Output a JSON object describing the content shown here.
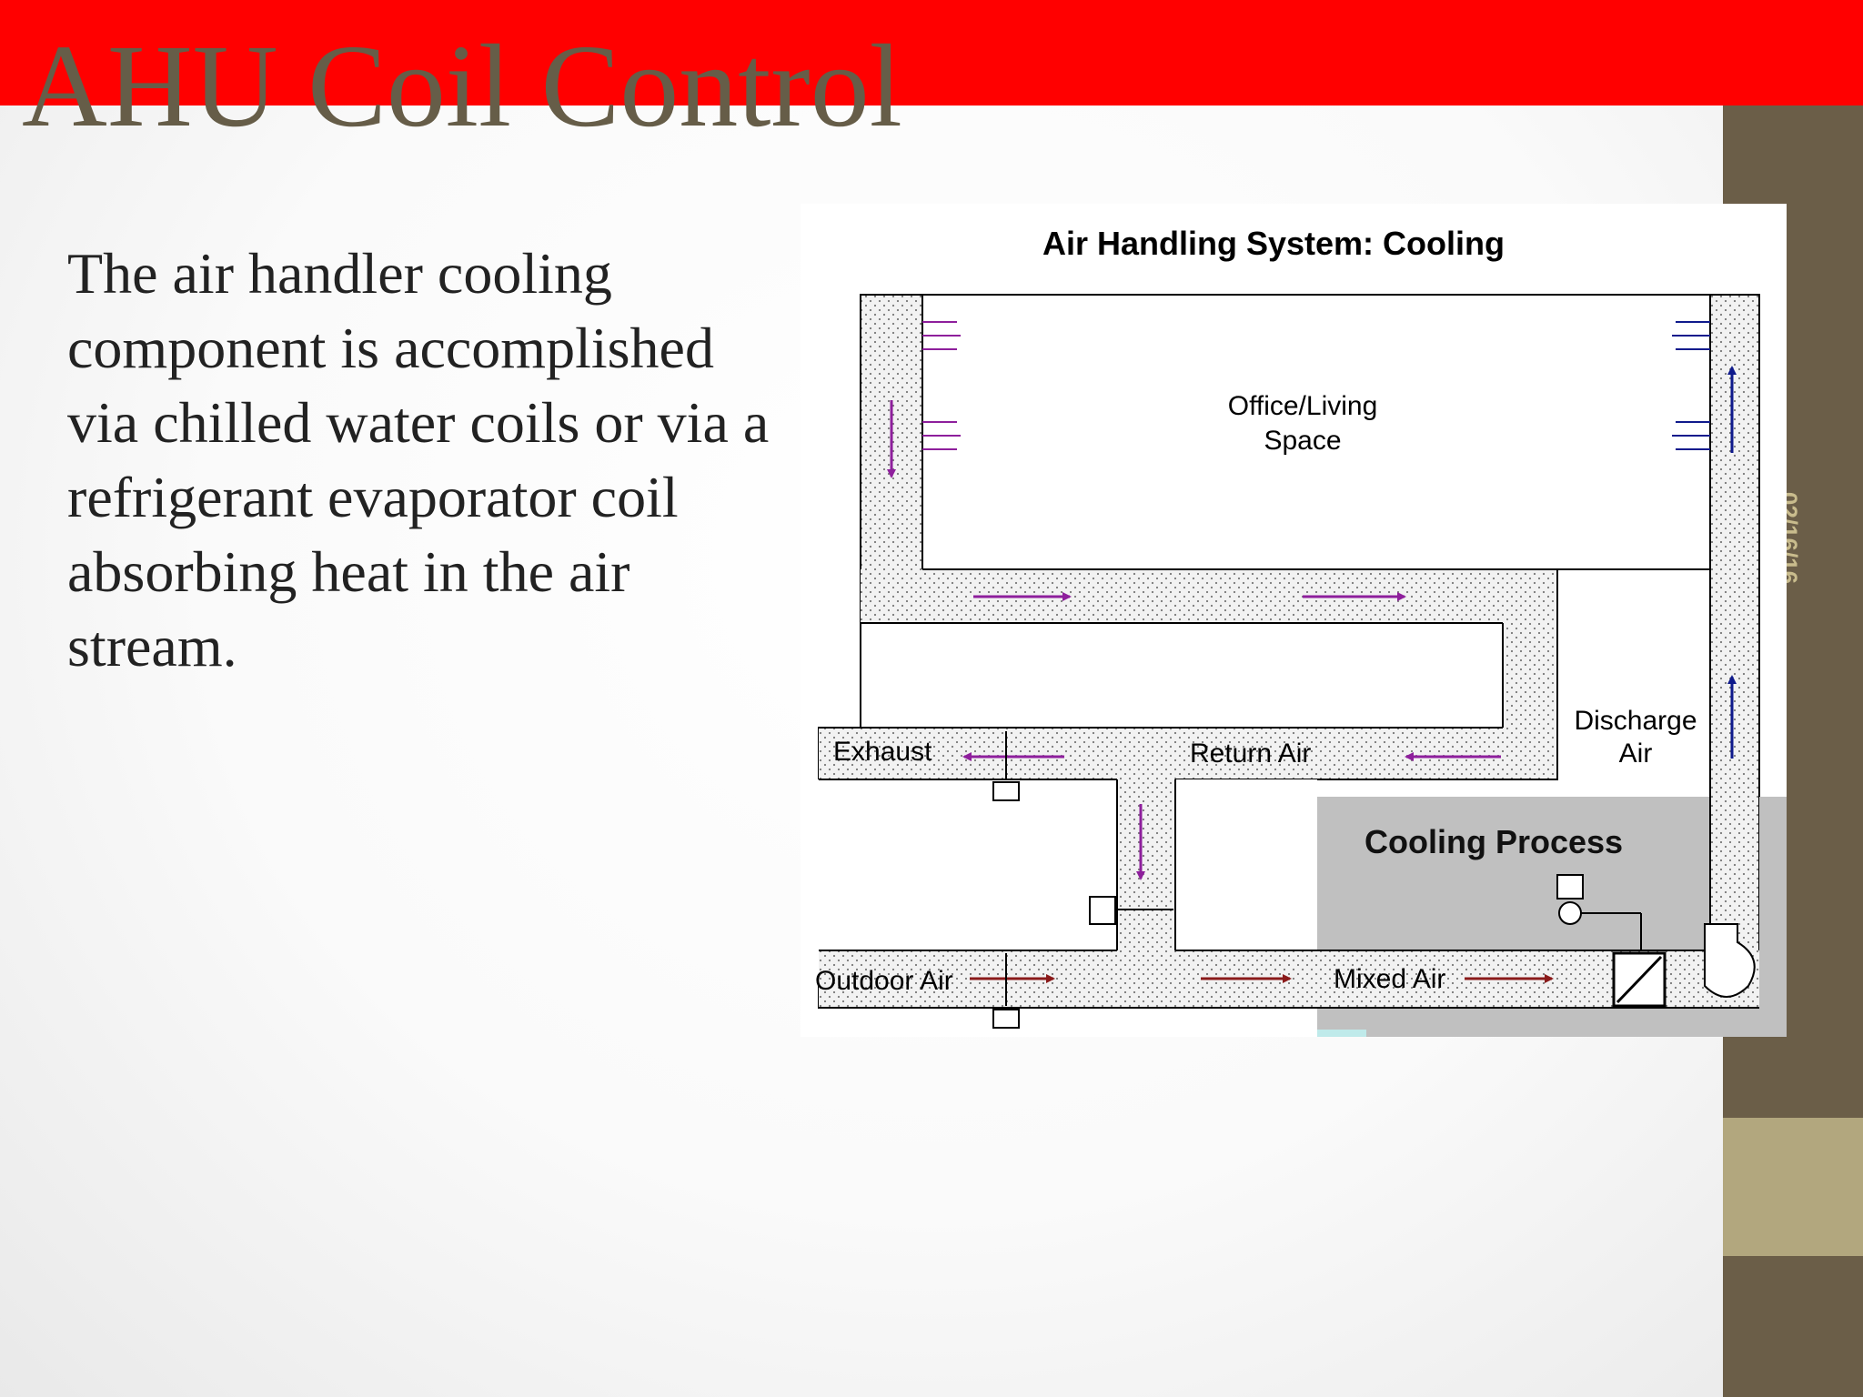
{
  "slide": {
    "title": "AHU Coil Control",
    "body": "The air handler cooling component is accomplished via chilled water coils or via a refrigerant evaporator coil absorbing heat in the air stream.",
    "date": "02/16/16"
  },
  "diagram": {
    "title": "Air Handling System: Cooling",
    "labels": {
      "space_line1": "Office/Living",
      "space_line2": "Space",
      "exhaust": "Exhaust",
      "return_air": "Return Air",
      "discharge_line1": "Discharge",
      "discharge_line2": "Air",
      "outdoor_air": "Outdoor Air",
      "mixed_air": "Mixed Air",
      "cooling_process": "Cooling Process"
    },
    "colors": {
      "return_arrow": "#8e1f9c",
      "supply_arrow": "#0f1a8c",
      "outdoor_arrow": "#8a1a1a",
      "process_panel": "#c0c0c0",
      "duct_fill": "#f1f1f1"
    }
  }
}
